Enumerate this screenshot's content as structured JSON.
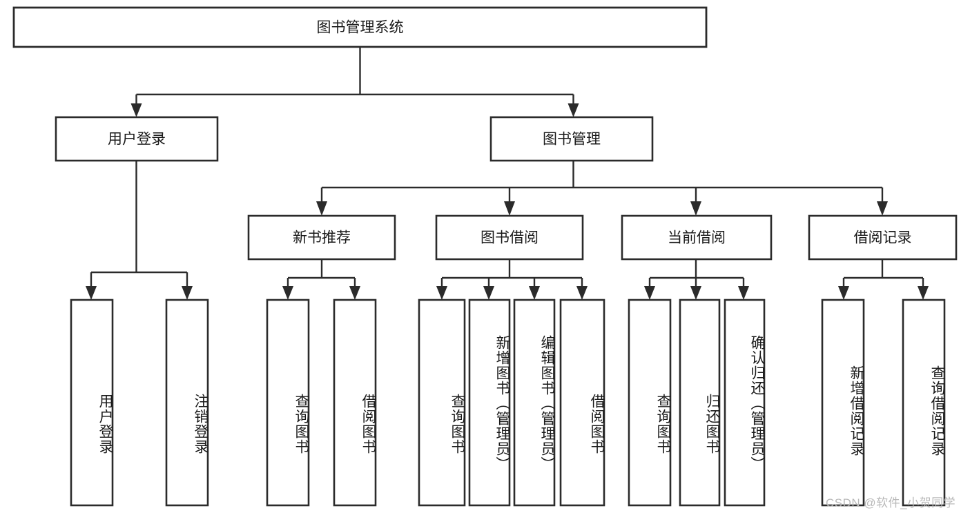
{
  "diagram": {
    "type": "tree",
    "title": "图书管理系统",
    "orientation": "top-down",
    "watermark": "CSDN @软件_小贺同学",
    "colors": {
      "box_stroke": "#2b2b2b",
      "box_fill": "#ffffff",
      "connector": "#2b2b2b",
      "text": "#1a1a1a",
      "background": "#ffffff",
      "watermark": "#b9b9b9"
    },
    "levels": {
      "root": {
        "label": "图书管理系统"
      },
      "level1": [
        {
          "label": "用户登录"
        },
        {
          "label": "图书管理"
        }
      ],
      "level2": [
        {
          "label": "新书推荐"
        },
        {
          "label": "图书借阅"
        },
        {
          "label": "当前借阅"
        },
        {
          "label": "借阅记录"
        }
      ],
      "leaves": {
        "user_login": [
          {
            "label": "用户登录"
          },
          {
            "label": "注销登录"
          }
        ],
        "new_book": [
          {
            "label": "查询图书"
          },
          {
            "label": "借阅图书"
          }
        ],
        "book_borrow": [
          {
            "label": "查询图书"
          },
          {
            "label": "新增图书（管理员）"
          },
          {
            "label": "编辑图书（管理员）"
          },
          {
            "label": "借阅图书"
          }
        ],
        "current_borrow": [
          {
            "label": "查询图书"
          },
          {
            "label": "归还图书"
          },
          {
            "label": "确认归还（管理员）"
          }
        ],
        "borrow_record": [
          {
            "label": "新增借阅记录"
          },
          {
            "label": "查询借阅记录"
          }
        ]
      }
    }
  }
}
